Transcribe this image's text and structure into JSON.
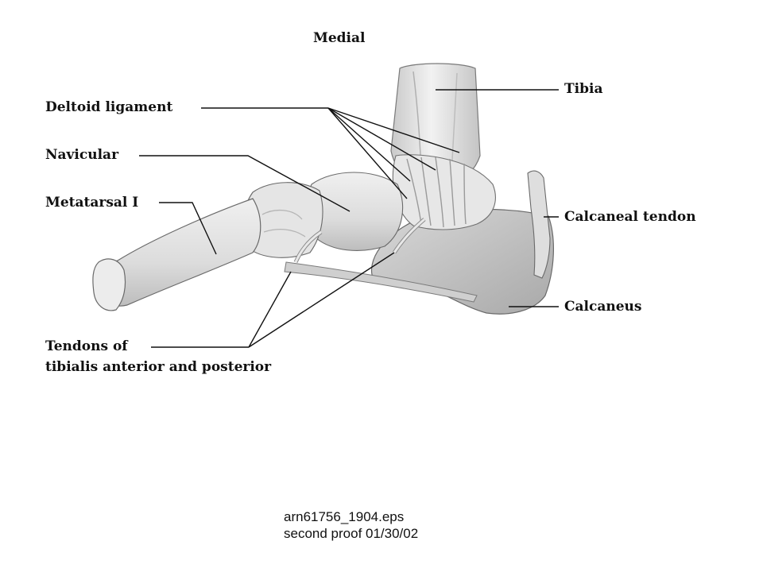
{
  "figure": {
    "heading": "Medial",
    "labels": {
      "tibia": "Tibia",
      "deltoid_ligament": "Deltoid ligament",
      "navicular": "Navicular",
      "metatarsal_i": "Metatarsal I",
      "calcaneal_tendon": "Calcaneal tendon",
      "calcaneus": "Calcaneus",
      "tendons_line1": "Tendons of",
      "tendons_line2": "tibialis anterior and posterior"
    }
  },
  "caption": {
    "filename": "arn61756_1904.eps",
    "proof": "second proof 01/30/02"
  },
  "colors": {
    "bone_fill": "#e2e2e2",
    "bone_shadow": "#b9b9b9",
    "outline": "#6a6a6a",
    "leader": "#111111"
  }
}
